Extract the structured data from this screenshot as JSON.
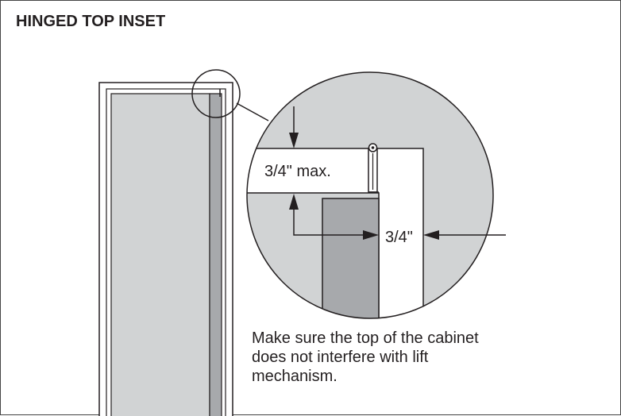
{
  "title": "HINGED TOP INSET",
  "dimensions": {
    "vertical_max": "3/4\" max.",
    "horizontal": "3/4\""
  },
  "note": {
    "lines": [
      "Make sure the top of the cabinet",
      "does not interfere with lift",
      "mechanism."
    ]
  },
  "colors": {
    "line": "#231f20",
    "panel_light": "#d1d3d4",
    "panel_dark": "#a7a9ac",
    "background": "#ffffff"
  }
}
